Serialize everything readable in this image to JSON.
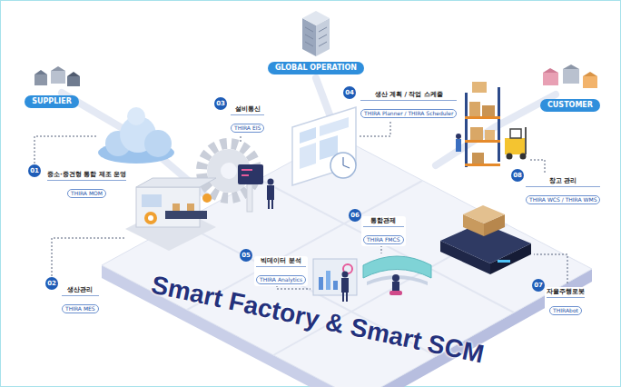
{
  "diagram": {
    "nodes": [
      {
        "text": [
          "SUPPLIER"
        ]
      },
      {
        "text": [
          "GLOBAL OPERATION"
        ]
      },
      {
        "text": [
          "CUSTOMER"
        ]
      },
      {
        "text": [
          "중소·중견형 통합 제조 운영",
          "THIRA MOM"
        ]
      },
      {
        "text": [
          "생산관리",
          "THIRA MES"
        ]
      },
      {
        "text": [
          "설비통신",
          "THIRA EIS"
        ]
      },
      {
        "text": [
          "생산 계획 / 작업 스케줄",
          "THIRA Planner / THIRA Scheduler"
        ]
      },
      {
        "text": [
          "빅데이터 분석",
          "THIRA Analytics"
        ]
      },
      {
        "text": [
          "통합관제",
          "THIRA FMCS"
        ]
      },
      {
        "text": [
          "자율주행로봇",
          "THIRAbot"
        ]
      },
      {
        "text": [
          "창고 관리",
          "THIRA WCS / THIRA WMS"
        ]
      }
    ],
    "labels": [
      "01",
      "02",
      "03",
      "04",
      "05",
      "06",
      "07",
      "08",
      "Smart Factory & Smart SCM"
    ]
  }
}
